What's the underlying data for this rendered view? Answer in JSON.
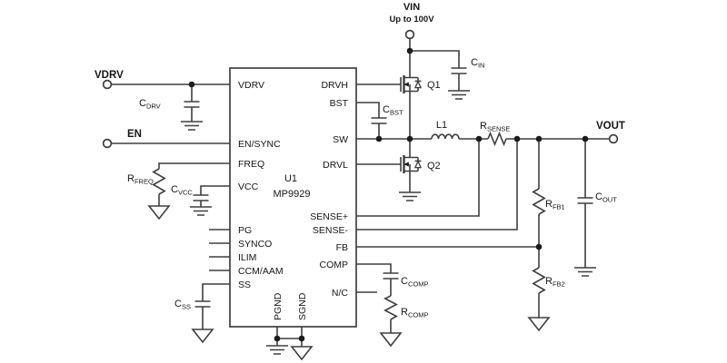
{
  "colors": {
    "wire": "#3f3f3f",
    "text": "#161616",
    "background": "#ffffff"
  },
  "ic": {
    "refdes": "U1",
    "part": "MP9929",
    "left_pins": [
      "VDRV",
      "EN/SYNC",
      "FREQ",
      "VCC",
      "PG",
      "SYNCO",
      "ILIM",
      "CCM/AAM",
      "SS"
    ],
    "right_pins": [
      "DRVH",
      "BST",
      "SW",
      "DRVL",
      "SENSE+",
      "SENSE-",
      "FB",
      "COMP",
      "N/C"
    ],
    "bottom_pins": [
      "PGND",
      "SGND"
    ]
  },
  "terminals": {
    "vin": {
      "name": "VIN",
      "note": "Up to 100V"
    },
    "vout": {
      "name": "VOUT"
    },
    "vdrv": {
      "name": "VDRV"
    },
    "en": {
      "name": "EN"
    }
  },
  "components": {
    "q1": {
      "refdes": "Q1"
    },
    "q2": {
      "refdes": "Q2"
    },
    "l1": {
      "refdes": "L1"
    },
    "rsense": {
      "ref": "R",
      "sub": "SENSE"
    },
    "rfreq": {
      "ref": "R",
      "sub": "FREQ"
    },
    "rfb1": {
      "ref": "R",
      "sub": "FB1"
    },
    "rfb2": {
      "ref": "R",
      "sub": "FB2"
    },
    "rcomp": {
      "ref": "R",
      "sub": "COMP"
    },
    "cin": {
      "ref": "C",
      "sub": "IN"
    },
    "cbst": {
      "ref": "C",
      "sub": "BST"
    },
    "cdrv": {
      "ref": "C",
      "sub": "DRV"
    },
    "cvcc": {
      "ref": "C",
      "sub": "VCC"
    },
    "css": {
      "ref": "C",
      "sub": "SS"
    },
    "ccomp": {
      "ref": "C",
      "sub": "COMP"
    },
    "cout": {
      "ref": "C",
      "sub": "OUT"
    }
  }
}
